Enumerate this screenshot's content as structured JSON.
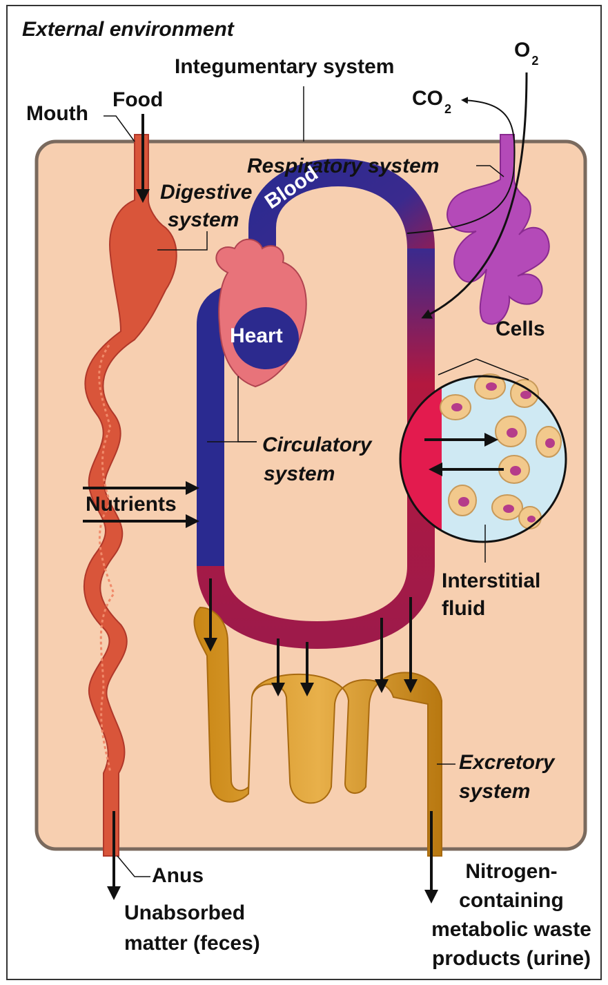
{
  "labels": {
    "external_environment": "External environment",
    "integumentary_system": "Integumentary system",
    "mouth": "Mouth",
    "food": "Food",
    "o2": "O",
    "o2_sub": "2",
    "co2": "CO",
    "co2_sub": "2",
    "respiratory_system": "Respiratory system",
    "digestive_system_l1": "Digestive",
    "digestive_system_l2": "system",
    "blood": "Blood",
    "heart": "Heart",
    "cells": "Cells",
    "circulatory_system_l1": "Circulatory",
    "circulatory_system_l2": "system",
    "nutrients": "Nutrients",
    "interstitial_fluid_l1": "Interstitial",
    "interstitial_fluid_l2": "fluid",
    "excretory_system_l1": "Excretory",
    "excretory_system_l2": "system",
    "anus": "Anus",
    "unabsorbed_l1": "Unabsorbed",
    "unabsorbed_l2": "matter (feces)",
    "nitrogen_l1": "Nitrogen-",
    "nitrogen_l2": "containing",
    "nitrogen_l3": "metabolic waste",
    "nitrogen_l4": "products (urine)"
  },
  "colors": {
    "body_fill": "#f7cfb0",
    "digestive": "#d9553a",
    "blood_blue": "#2c2a8e",
    "blood_red": "#b3183f",
    "respiratory": "#b44ab8",
    "excretory": "#d4961e",
    "interstitial": "#cfe9f3",
    "cell": "#f2c98c",
    "nucleus": "#b53c8a"
  }
}
